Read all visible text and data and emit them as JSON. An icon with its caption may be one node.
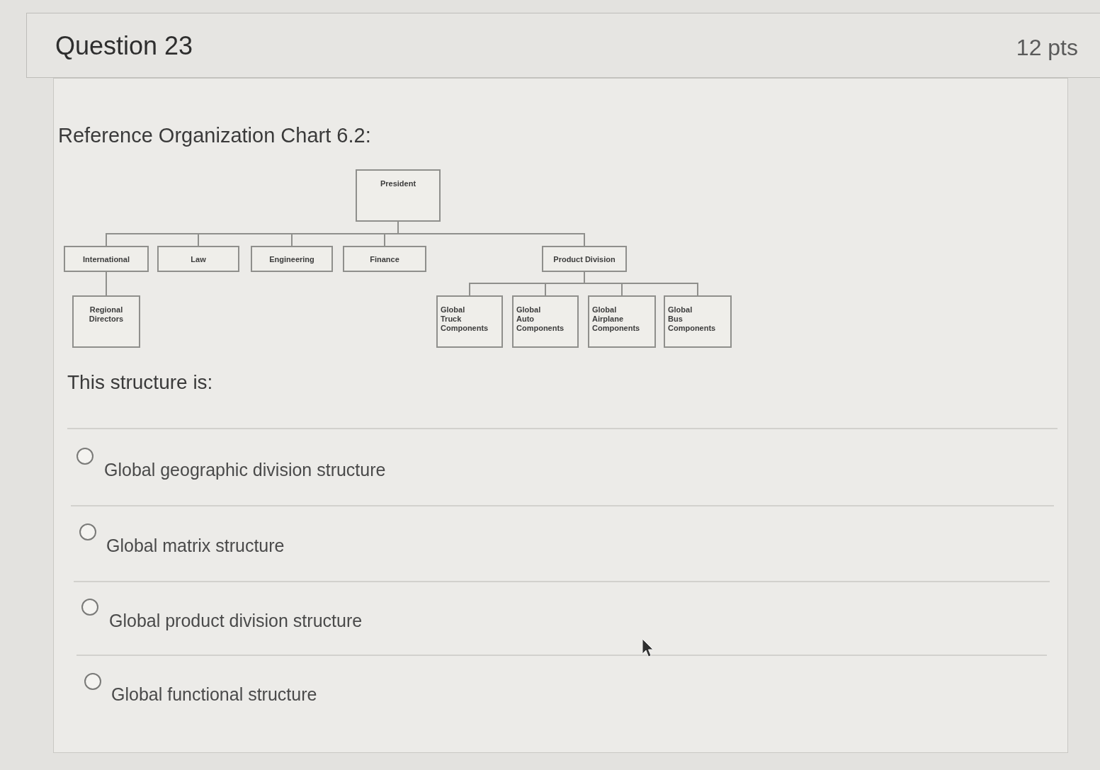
{
  "diagram": {
    "title": "Question 23",
    "nodes": [
      {
        "text": [
          "President"
        ]
      },
      {
        "text": [
          "International"
        ]
      },
      {
        "text": [
          "Law"
        ]
      },
      {
        "text": [
          "Engineering"
        ]
      },
      {
        "text": [
          "Finance"
        ]
      },
      {
        "text": [
          "Product Division"
        ]
      },
      {
        "text": [
          "Regional Directors"
        ]
      },
      {
        "text": [
          "Global Truck Components"
        ]
      },
      {
        "text": [
          "Global Auto Components"
        ]
      },
      {
        "text": [
          "Global Airplane Components"
        ]
      },
      {
        "text": [
          "Global Bus Components"
        ]
      }
    ],
    "edges": [
      {
        "from": 0,
        "to": 1,
        "arrow": "none"
      },
      {
        "from": 0,
        "to": 2,
        "arrow": "none"
      },
      {
        "from": 0,
        "to": 3,
        "arrow": "none"
      },
      {
        "from": 0,
        "to": 4,
        "arrow": "none"
      },
      {
        "from": 0,
        "to": 5,
        "arrow": "none"
      },
      {
        "from": 1,
        "to": 6,
        "arrow": "none"
      },
      {
        "from": 5,
        "to": 7,
        "arrow": "none"
      },
      {
        "from": 5,
        "to": 8,
        "arrow": "none"
      },
      {
        "from": 5,
        "to": 9,
        "arrow": "none"
      },
      {
        "from": 5,
        "to": 10,
        "arrow": "none"
      }
    ],
    "labels": [
      "12 pts",
      "Reference Organization Chart 6.2:",
      "This structure is:",
      "Global geographic division structure",
      "Global matrix structure",
      "Global product division structure",
      "Global functional structure"
    ]
  }
}
